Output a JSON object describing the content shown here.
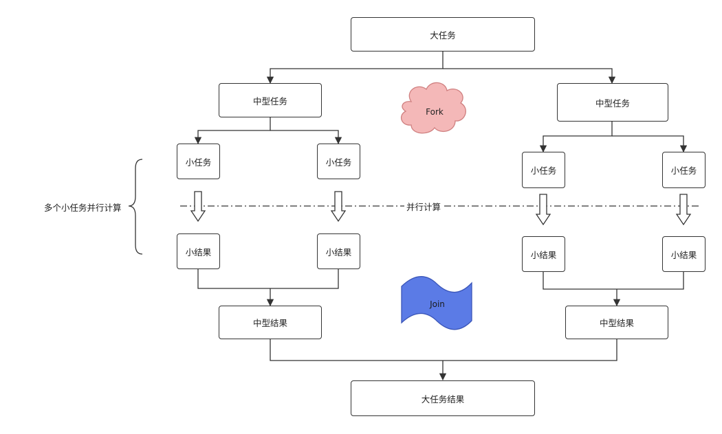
{
  "nodes": {
    "big_task": "大任务",
    "mid_task_left": "中型任务",
    "mid_task_right": "中型任务",
    "small_task_1": "小任务",
    "small_task_2": "小任务",
    "small_task_3": "小任务",
    "small_task_4": "小任务",
    "small_result_1": "小结果",
    "small_result_2": "小结果",
    "small_result_3": "小结果",
    "small_result_4": "小结果",
    "mid_result_left": "中型结果",
    "mid_result_right": "中型结果",
    "big_result": "大任务结果"
  },
  "labels": {
    "fork": "Fork",
    "join": "Join",
    "parallel": "并行计算",
    "bracket": "多个小任务并行计算"
  },
  "colors": {
    "fork_fill": "#f4b8b8",
    "fork_stroke": "#cf7f7f",
    "join_fill": "#5b7be6",
    "join_stroke": "#3a55b8",
    "line": "#333333"
  }
}
